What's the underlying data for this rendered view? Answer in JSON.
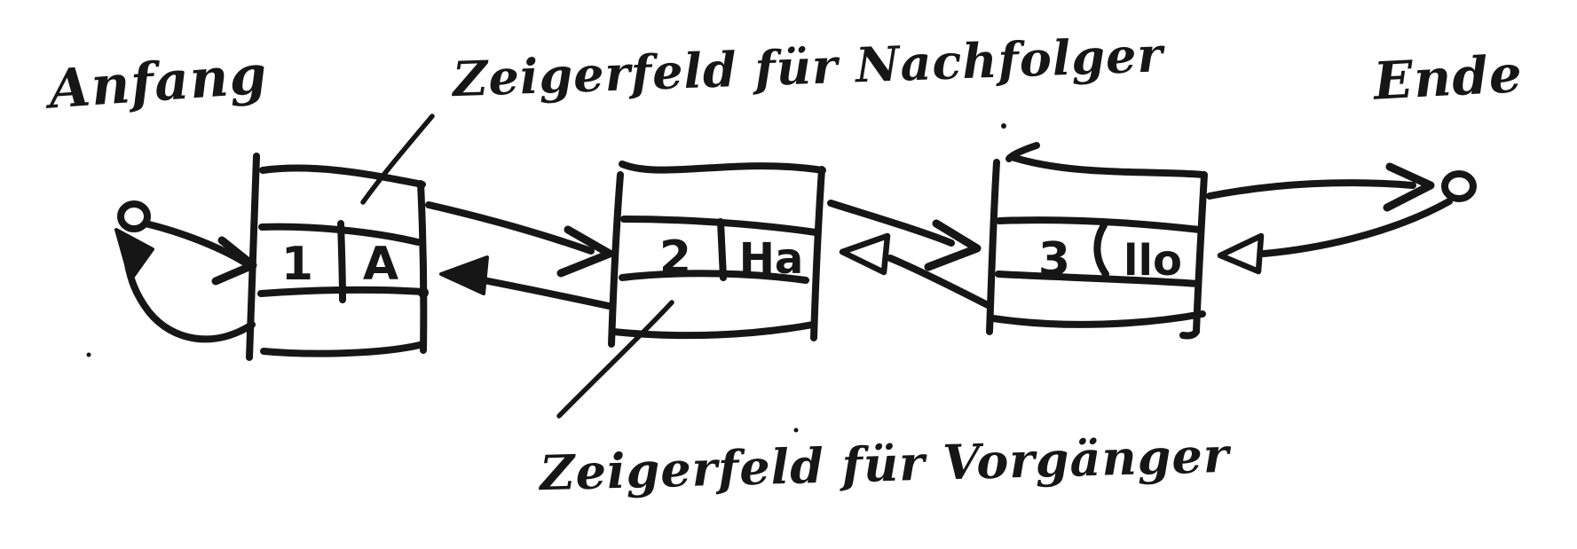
{
  "diagram": {
    "type": "doubly-linked-list-hand-sketch",
    "labels": {
      "start": "Anfang",
      "end": "Ende",
      "successor_pointer": "Zeigerfeld für Nachfolger",
      "predecessor_pointer": "Zeigerfeld für Vorgänger"
    },
    "nodes": [
      {
        "number": "1",
        "value": "A"
      },
      {
        "number": "2",
        "value": "Ha"
      },
      {
        "number": "3",
        "value": "llo"
      }
    ]
  },
  "colors": {
    "ink": "#161616",
    "paper": "#ffffff"
  }
}
